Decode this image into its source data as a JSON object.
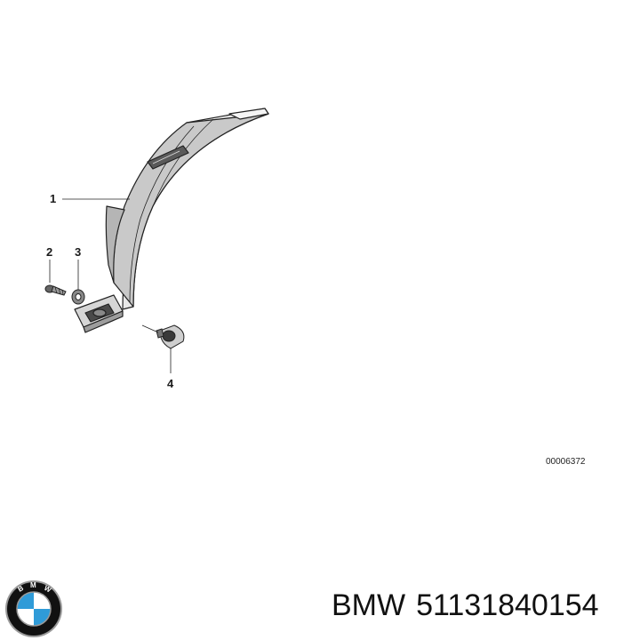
{
  "diagram": {
    "callouts": [
      "1",
      "2",
      "3",
      "4"
    ],
    "drawing_number": "00006372"
  },
  "footer": {
    "brand": "BMW",
    "part_number": "51131840154"
  },
  "logo": {
    "lettering": "BMW",
    "colors": {
      "ring": "#111111",
      "blue": "#2f9bd8",
      "white": "#ffffff",
      "chrome": "#9a9a9a"
    }
  }
}
